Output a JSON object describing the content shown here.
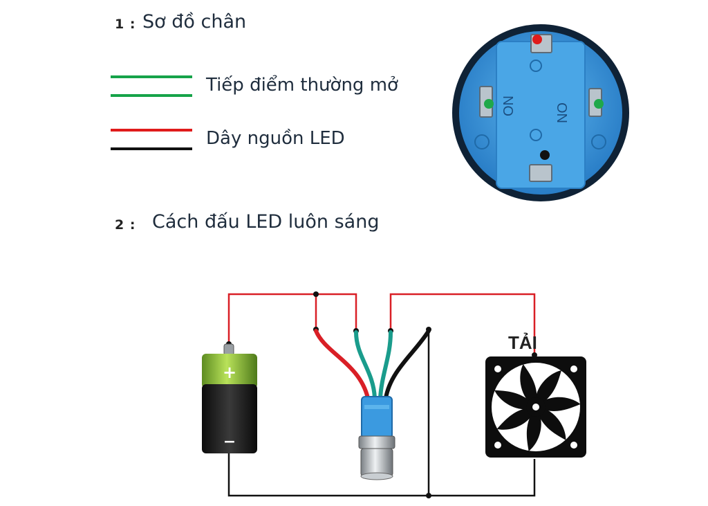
{
  "section1": {
    "number": "1 :",
    "title": "Sơ đồ chân"
  },
  "legend": [
    {
      "label": "Tiếp điểm thường mở",
      "colors": [
        "#16a349",
        "#16a349"
      ]
    },
    {
      "label": "Dây nguồn LED",
      "colors": [
        "#e01b1b",
        "#111111"
      ]
    }
  ],
  "pin_diagram": {
    "contact_labels": [
      "ON",
      "ON"
    ],
    "pin_colors": {
      "top": "#e01b1b",
      "left": "#1fa84a",
      "right": "#1fa84a",
      "bottom": "#111111"
    },
    "body_color": "#2f8fd6"
  },
  "section2": {
    "number": "2 :",
    "title": "Cách đấu LED luôn sáng"
  },
  "circuit": {
    "battery": {
      "plus": "+",
      "minus": "−",
      "top_color": "#8fc43a",
      "body_color": "#1b1b1b"
    },
    "load_label": "TẢI",
    "wire_colors": {
      "positive": "#d91f26",
      "negative": "#111111",
      "contact": "#1a9c8c"
    }
  }
}
